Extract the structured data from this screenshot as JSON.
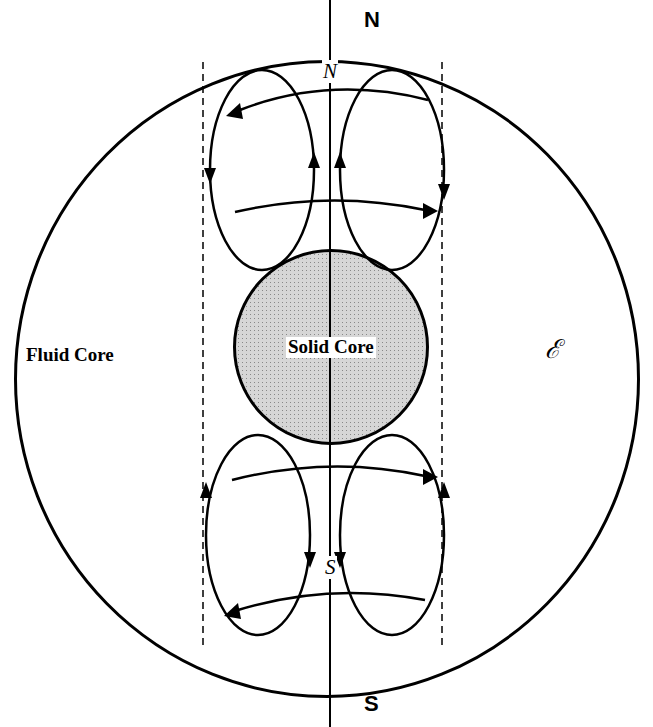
{
  "diagram": {
    "nodes": [
      {
        "text": [
          "Fluid Core",
          "ℰ"
        ]
      },
      {
        "text": [
          "Solid Core"
        ],
        "in": 0
      }
    ],
    "labels": [
      "N",
      "S",
      "N",
      "S"
    ]
  }
}
